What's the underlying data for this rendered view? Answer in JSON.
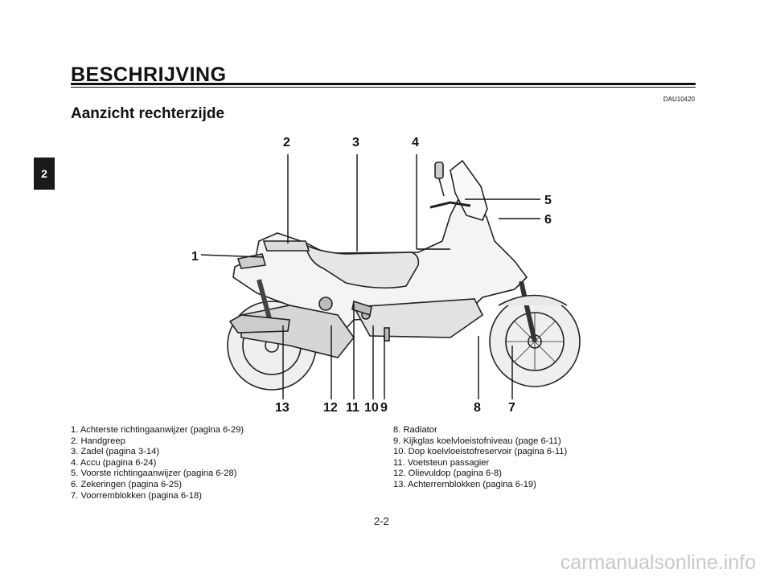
{
  "header": {
    "section_title": "BESCHRIJVING",
    "doc_code": "DAU10420",
    "subtitle": "Aanzicht rechterzijde",
    "chapter_tab": "2"
  },
  "callouts": [
    "1",
    "2",
    "3",
    "4",
    "5",
    "6",
    "7",
    "8",
    "9",
    "10",
    "11",
    "12",
    "13"
  ],
  "legend": {
    "left": [
      "1. Achterste richtingaanwijzer (pagina 6-29)",
      "2. Handgreep",
      "3. Zadel (pagina 3-14)",
      "4. Accu (pagina 6-24)",
      "5. Voorste richtingaanwijzer (pagina 6-28)",
      "6. Zekeringen (pagina 6-25)",
      "7. Voorremblokken (pagina 6-18)"
    ],
    "right": [
      "8. Radiator",
      "9. Kijkglas koelvloeistofniveau (page 6-11)",
      "10. Dop koelvloeistofreservoir (pagina 6-11)",
      "11. Voetsteun passagier",
      "12. Olievuldop (pagina 6-8)",
      "13. Achterremblokken (pagina 6-19)"
    ]
  },
  "footer": {
    "page_number": "2-2",
    "watermark": "carmanualsonline.info"
  }
}
